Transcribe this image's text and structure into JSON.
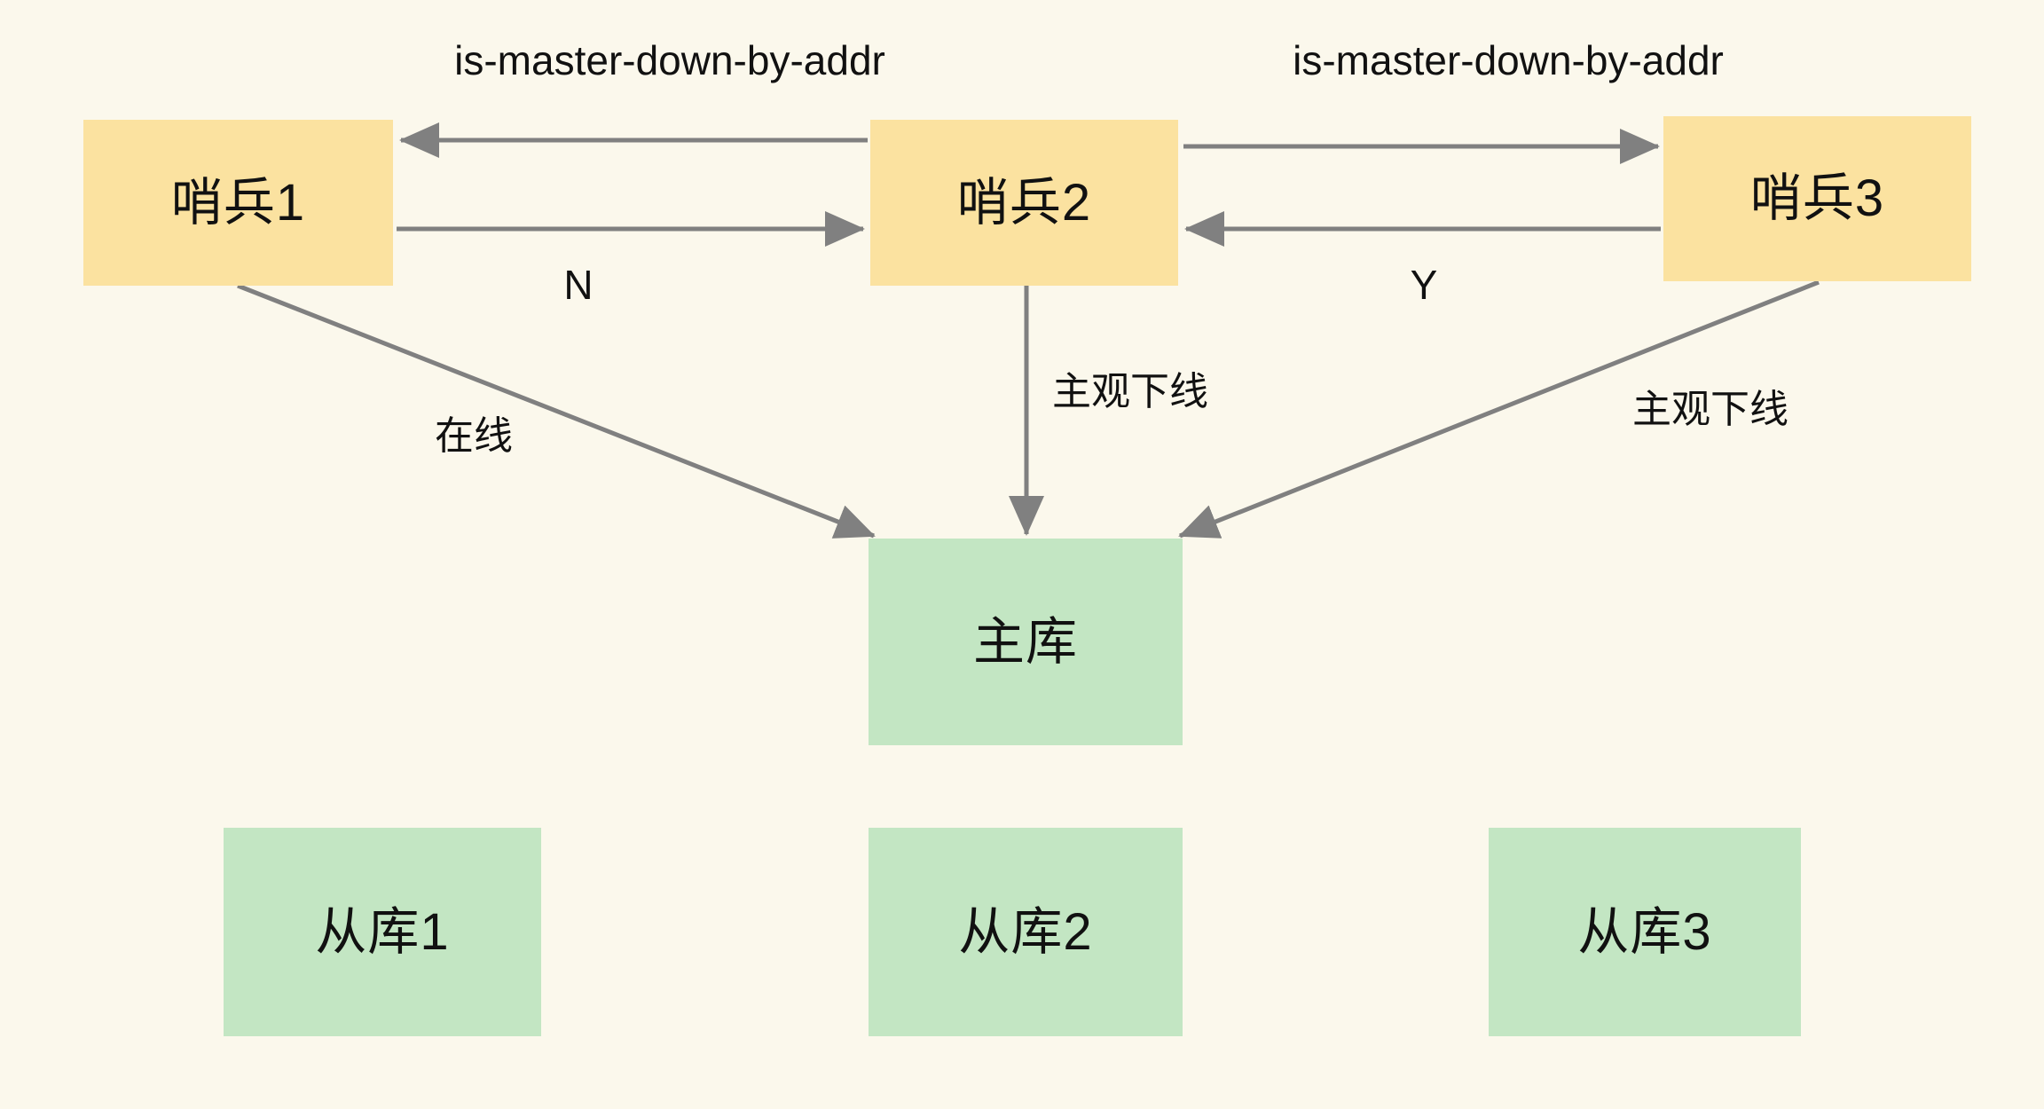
{
  "diagram": {
    "title": "Redis Sentinel objective-down voting diagram",
    "background_color": "#fbf8ec",
    "sentinel_color": "#fbe2a0",
    "database_color": "#c3e6c3",
    "arrow_color": "#808080",
    "text_color": "#111111"
  },
  "nodes": {
    "sentinel1": "哨兵1",
    "sentinel2": "哨兵2",
    "sentinel3": "哨兵3",
    "master": "主库",
    "slave1": "从库1",
    "slave2": "从库2",
    "slave3": "从库3"
  },
  "edge_labels": {
    "is_master_down_left": "is-master-down-by-addr",
    "is_master_down_right": "is-master-down-by-addr",
    "vote_n": "N",
    "vote_y": "Y",
    "online": "在线",
    "subjective_down_center": "主观下线",
    "subjective_down_right": "主观下线"
  },
  "edges": [
    {
      "from": "sentinel2",
      "to": "sentinel1",
      "label": "is-master-down-by-addr",
      "direction": "left"
    },
    {
      "from": "sentinel1",
      "to": "sentinel2",
      "label": "N",
      "direction": "right"
    },
    {
      "from": "sentinel2",
      "to": "sentinel3",
      "label": "is-master-down-by-addr",
      "direction": "right"
    },
    {
      "from": "sentinel3",
      "to": "sentinel2",
      "label": "Y",
      "direction": "left"
    },
    {
      "from": "sentinel1",
      "to": "master",
      "label": "在线",
      "direction": "down-right"
    },
    {
      "from": "sentinel2",
      "to": "master",
      "label": "主观下线",
      "direction": "down"
    },
    {
      "from": "sentinel3",
      "to": "master",
      "label": "主观下线",
      "direction": "down-left"
    }
  ]
}
